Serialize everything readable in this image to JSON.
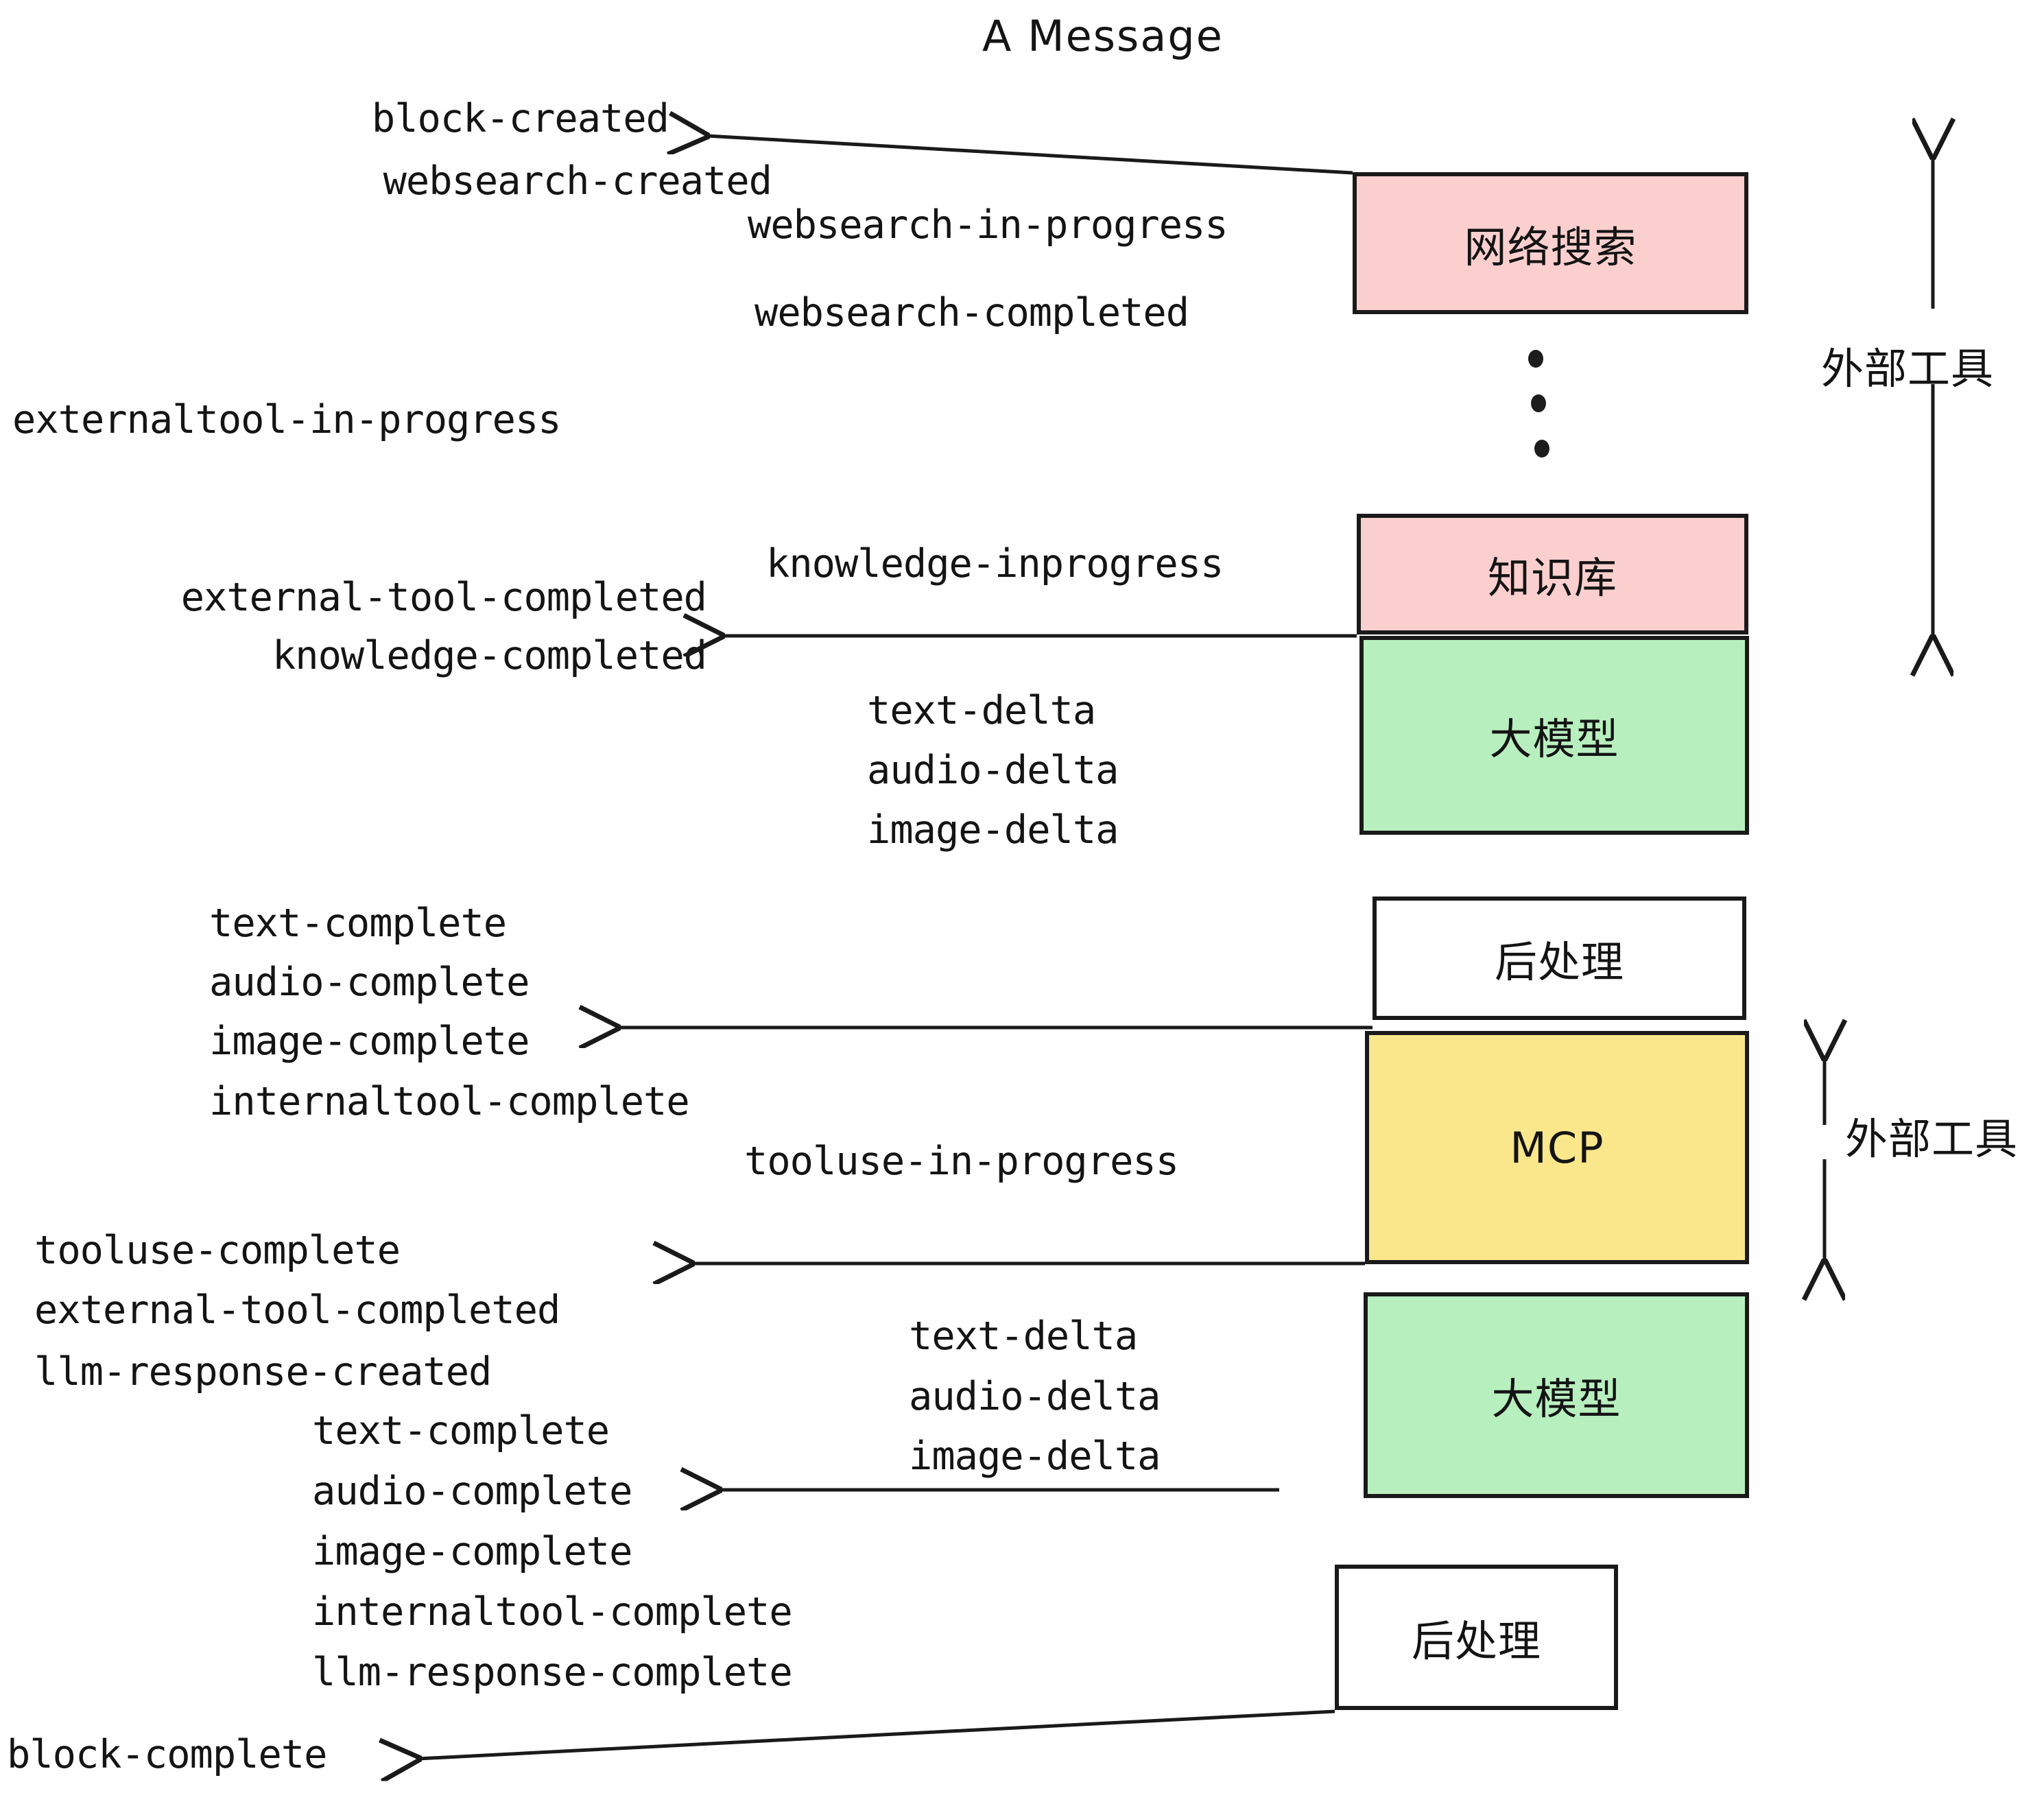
{
  "title": "A Message",
  "events": {
    "block_created": "block-created",
    "websearch_created": "websearch-created",
    "websearch_in_progress": "websearch-in-progress",
    "websearch_completed": "websearch-completed",
    "externaltool_in_progress": "externaltool-in-progress",
    "knowledge_inprogress": "knowledge-inprogress",
    "external_tool_completed_1": "external-tool-completed",
    "knowledge_completed": "knowledge-completed",
    "text_delta_1": "text-delta",
    "audio_delta_1": "audio-delta",
    "image_delta_1": "image-delta",
    "text_complete_1": "text-complete",
    "audio_complete_1": "audio-complete",
    "image_complete_1": "image-complete",
    "internaltool_complete_1": "internaltool-complete",
    "tooluse_in_progress": "tooluse-in-progress",
    "tooluse_complete": "tooluse-complete",
    "external_tool_completed_2": "external-tool-completed",
    "llm_response_created": "llm-response-created",
    "text_delta_2": "text-delta",
    "audio_delta_2": "audio-delta",
    "image_delta_2": "image-delta",
    "text_complete_2": "text-complete",
    "audio_complete_2": "audio-complete",
    "image_complete_2": "image-complete",
    "internaltool_complete_2": "internaltool-complete",
    "llm_response_complete": "llm-response-complete",
    "block_complete": "block-complete"
  },
  "boxes": {
    "websearch": "网络搜索",
    "knowledge": "知识库",
    "llm_1": "大模型",
    "postprocess_1": "后处理",
    "mcp": "MCP",
    "llm_2": "大模型",
    "postprocess_2": "后处理"
  },
  "group_labels": {
    "external_tool_top": "外部工具",
    "external_tool_bottom": "外部工具"
  },
  "colors": {
    "pink": "#fccfcf",
    "green": "#b8efbf",
    "yellow": "#fae78c",
    "white": "#ffffff",
    "stroke": "#1a1a1a"
  }
}
